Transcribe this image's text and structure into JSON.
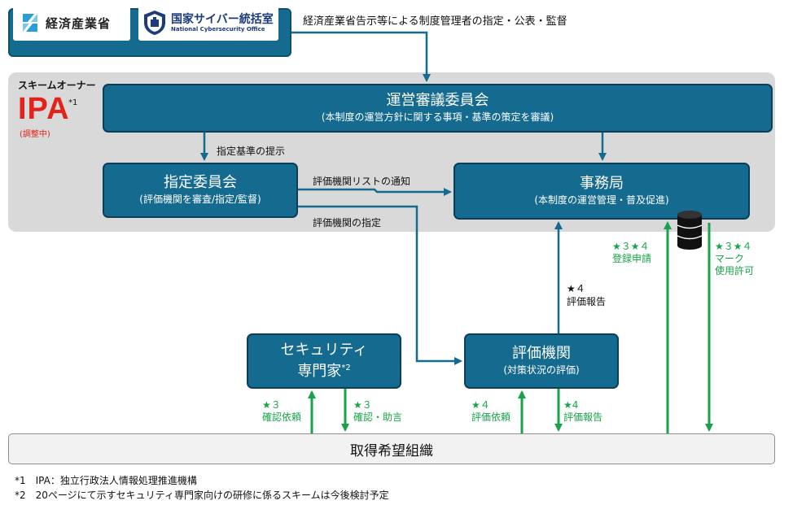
{
  "header": {
    "meti_logo_text": "経済産業省",
    "nco_logo_jp": "国家サイバー統括室",
    "nco_logo_en": "National Cybersecurity Office",
    "note": "経済産業省告示等による制度管理者の指定・公表・監督"
  },
  "scheme_owner": {
    "label": "スキームオーナー",
    "logo_text": "IPA",
    "logo_sup": "*1",
    "status": "(調整中)"
  },
  "boxes": {
    "council": {
      "title": "運営審議委員会",
      "subtitle": "(本制度の運営方針に関する事項・基準の策定を審議)"
    },
    "designation": {
      "title": "指定委員会",
      "subtitle": "(評価機関を審査/指定/監督)"
    },
    "secretariat": {
      "title": "事務局",
      "subtitle": "(本制度の運営管理・普及促進)"
    },
    "expert": {
      "title_line1": "セキュリティ",
      "title_line2": "専門家",
      "sup": "*2"
    },
    "evaluator": {
      "title": "評価機関",
      "subtitle": "(対策状況の評価)"
    },
    "organization": {
      "title": "取得希望組織"
    }
  },
  "labels": {
    "present_criteria": "指定基準の提示",
    "notify_list": "評価機関リストの通知",
    "designate_evaluator": "評価機関の指定",
    "report_to_secretariat_star": "★４",
    "report_to_secretariat": "評価報告",
    "register_star": "★３★４",
    "register": "登録申請",
    "mark_star": "★３★４",
    "mark_line1": "マーク",
    "mark_line2": "使用許可",
    "confirm_request_star": "★３",
    "confirm_request": "確認依頼",
    "confirm_advice_star": "★３",
    "confirm_advice": "確認・助言",
    "eval_request_star": "★４",
    "eval_request": "評価依頼",
    "eval_report_star": "★4",
    "eval_report": "評価報告"
  },
  "footnotes": [
    "*1　IPA：独立行政法人情報処理推進機構",
    "*2　20ページにて示すセキュリティ専門家向けの研修に係るスキームは今後検討予定"
  ],
  "colors": {
    "box_blue": "#146a8f",
    "arrow_blue": "#146a8f",
    "arrow_green": "#18a34a",
    "panel_gray": "#d9d9d9",
    "ipa_red": "#e2231a"
  },
  "icons": [
    "meti-logo-icon",
    "nco-shield-icon",
    "database-icon"
  ]
}
